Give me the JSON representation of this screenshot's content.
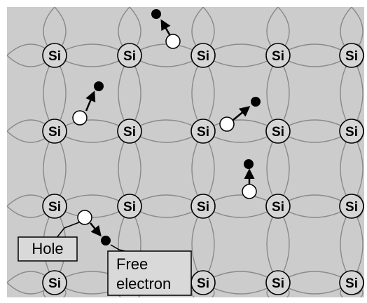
{
  "lattice": {
    "atom_label": "Si",
    "rows": 4,
    "cols": 5
  },
  "labels": {
    "hole": "Hole",
    "free_electron_line1": "Free",
    "free_electron_line2": "electron"
  },
  "colors": {
    "background": "#cccccc",
    "bond": "#8a8a8a",
    "atom_fill": "#d6d6d6",
    "atom_stroke": "#000000",
    "electron": "#000000",
    "hole_fill": "#ffffff",
    "callout_fill": "#d9d9d9"
  }
}
